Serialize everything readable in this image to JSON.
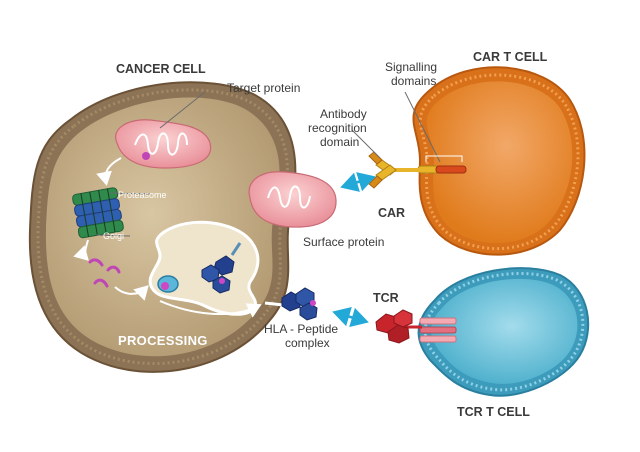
{
  "titles": {
    "cancer_cell": "CANCER CELL",
    "car_t_cell": "CAR T CELL",
    "tcr_t_cell": "TCR T CELL",
    "processing": "PROCESSING"
  },
  "labels": {
    "target_protein": "Target protein",
    "proteasome": "Proteasome",
    "golgi": "Golgi",
    "surface_protein": "Surface protein",
    "hla_line1": "HLA - Peptide",
    "hla_line2": "complex",
    "signalling_line1": "Signalling",
    "signalling_line2": "domains",
    "antibody_line1": "Antibody",
    "antibody_line2": "recognition",
    "antibody_line3": "domain",
    "car": "CAR",
    "tcr": "TCR"
  },
  "colors": {
    "cancer_cell_membrane": "#8c7355",
    "cancer_cytoplasm": "#c9b48e",
    "car_t_cell": "#e1821f",
    "tcr_t_cell": "#55b4cf",
    "protein_pink": "#f2a8ad",
    "proteasome_green": "#2f8a4c",
    "proteasome_blue": "#2f5fb0",
    "hla_blue": "#23408f",
    "tcr_red": "#c8242c",
    "arrow_cyan": "#23a9d8",
    "car_yellow": "#e8b52a"
  }
}
